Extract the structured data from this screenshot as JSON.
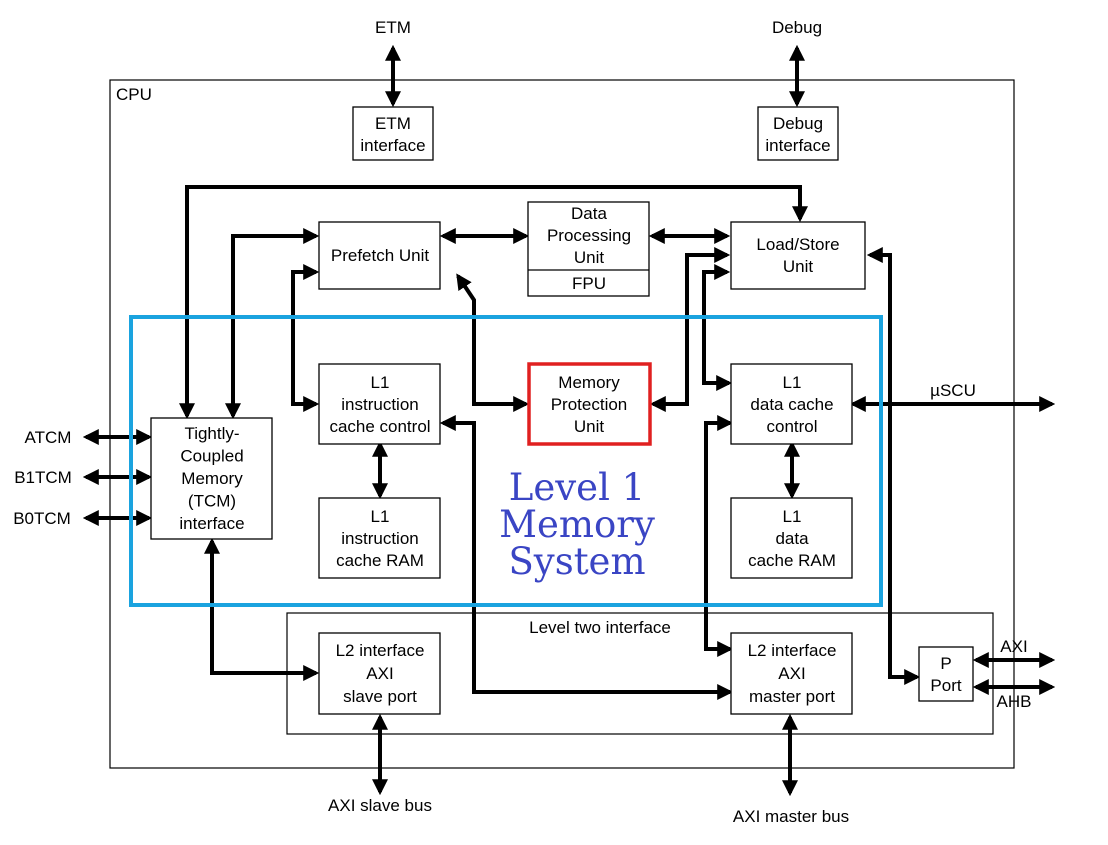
{
  "colors": {
    "l1_highlight": "#1aa3df",
    "mpu_highlight": "#e02020",
    "l1_title": "#3a45c4",
    "line": "#000000"
  },
  "labels": {
    "cpu": "CPU",
    "etm": "ETM",
    "debug": "Debug",
    "etm_interface": [
      "ETM",
      "interface"
    ],
    "debug_interface": [
      "Debug",
      "interface"
    ],
    "prefetch_unit": [
      "Prefetch Unit"
    ],
    "data_processing_unit": [
      "Data",
      "Processing",
      "Unit"
    ],
    "fpu": [
      "FPU"
    ],
    "load_store_unit": [
      "Load/Store",
      "Unit"
    ],
    "tcm_interface": [
      "Tightly-",
      "Coupled",
      "Memory",
      "(TCM)",
      "interface"
    ],
    "l1_icache_control": [
      "L1",
      "instruction",
      "cache control"
    ],
    "mpu": [
      "Memory",
      "Protection",
      "Unit"
    ],
    "l1_dcache_control": [
      "L1",
      "data cache",
      "control"
    ],
    "l1_icache_ram": [
      "L1",
      "instruction",
      "cache RAM"
    ],
    "l1_dcache_ram": [
      "L1",
      "data",
      "cache RAM"
    ],
    "level1_title": [
      "Level 1",
      "Memory",
      "System"
    ],
    "level_two_interface": "Level two interface",
    "l2_slave": [
      "L2 interface",
      "AXI",
      "slave port"
    ],
    "l2_master": [
      "L2 interface",
      "AXI",
      "master port"
    ],
    "p_port": [
      "P",
      "Port"
    ],
    "atcm": "ATCM",
    "b1tcm": "B1TCM",
    "b0tcm": "B0TCM",
    "uscu": "µSCU",
    "axi": "AXI",
    "ahb": "AHB",
    "axi_slave_bus": "AXI slave bus",
    "axi_master_bus": "AXI master bus"
  }
}
